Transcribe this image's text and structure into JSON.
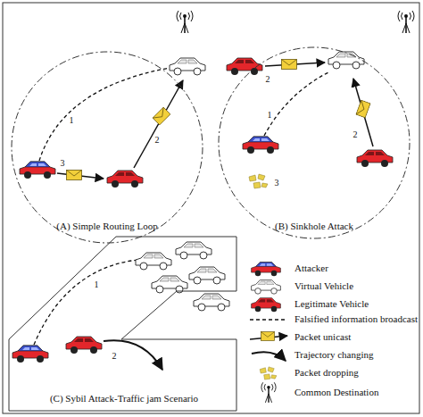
{
  "diagram": {
    "nodes": [
      {
        "text": [
          "(A) Simple Routing Loop"
        ]
      },
      {
        "text": [
          "(B) Sinkhole Attack"
        ]
      },
      {
        "text": [
          "(C) Sybil Attack-Traffic jam Scenario"
        ]
      }
    ],
    "labels": [
      "1",
      "2",
      "3",
      "2",
      "1",
      "2",
      "3",
      "1",
      "2"
    ],
    "legend": [
      {
        "text": "Attacker"
      },
      {
        "text": "Virtual Vehicle"
      },
      {
        "text": "Legitimate Vehicle"
      },
      {
        "text": "Falsified information broadcast"
      },
      {
        "text": "Packet unicast"
      },
      {
        "text": "Trajectory changing"
      },
      {
        "text": "Packet dropping"
      },
      {
        "text": "Common Destination"
      }
    ]
  }
}
